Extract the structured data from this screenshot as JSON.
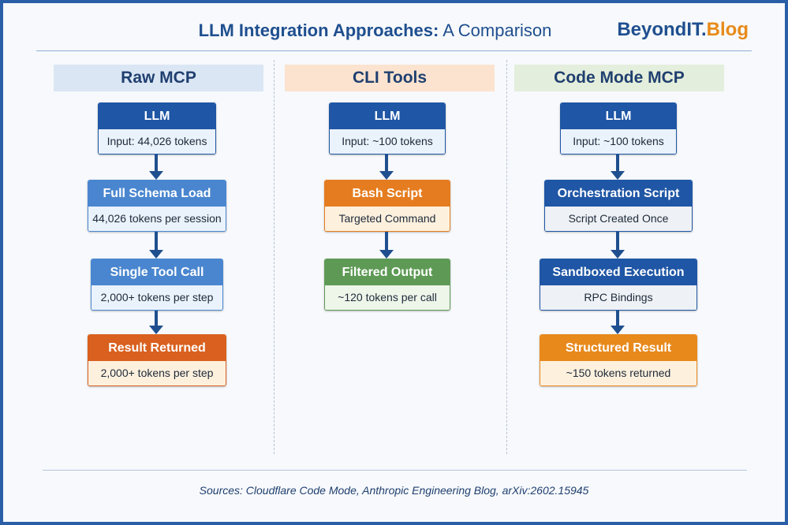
{
  "header": {
    "title_bold": "LLM Integration Approaches:",
    "title_rest": " A Comparison",
    "brand_main": "BeyondIT.",
    "brand_accent": "Blog"
  },
  "colors": {
    "border": "#2a5fa8",
    "navy": "#1f4f8f",
    "blue_mid": "#4a86cf",
    "orange": "#e57c1f",
    "orange_deep": "#d9601e",
    "green": "#5e9a55",
    "body_blue": "#eaf2fb",
    "body_orange": "#fdf0dd",
    "body_green": "#eef5e9",
    "body_grey": "#eef1f5"
  },
  "columns": [
    {
      "title": "Raw MCP",
      "header_bg": "#dbe6f4",
      "boxes": [
        {
          "header": "LLM",
          "body": "Input: 44,026 tokens",
          "hd": "#1f56a5",
          "bd": "#eaf2fb",
          "border": "#1f56a5"
        },
        {
          "header": "Full Schema Load",
          "body": "44,026 tokens per session",
          "hd": "#4a86cf",
          "bd": "#eaf2fb",
          "border": "#4a86cf"
        },
        {
          "header": "Single Tool Call",
          "body": "2,000+ tokens per step",
          "hd": "#4a86cf",
          "bd": "#eaf2fb",
          "border": "#4a86cf"
        },
        {
          "header": "Result Returned",
          "body": "2,000+ tokens per step",
          "hd": "#d9601e",
          "bd": "#fdf0dd",
          "border": "#d9601e"
        }
      ]
    },
    {
      "title": "CLI Tools",
      "header_bg": "#fbe3cf",
      "boxes": [
        {
          "header": "LLM",
          "body": "Input: ~100 tokens",
          "hd": "#1f56a5",
          "bd": "#eaf2fb",
          "border": "#1f56a5"
        },
        {
          "header": "Bash Script",
          "body": "Targeted Command",
          "hd": "#e57c1f",
          "bd": "#fdf0dd",
          "border": "#e57c1f"
        },
        {
          "header": "Filtered Output",
          "body": "~120 tokens per call",
          "hd": "#5e9a55",
          "bd": "#eef5e9",
          "border": "#5e9a55"
        }
      ]
    },
    {
      "title": "Code Mode MCP",
      "header_bg": "#e4eedc",
      "boxes": [
        {
          "header": "LLM",
          "body": "Input: ~100 tokens",
          "hd": "#1f56a5",
          "bd": "#eaf2fb",
          "border": "#1f56a5"
        },
        {
          "header": "Orchestration Script",
          "body": "Script Created Once",
          "hd": "#1f56a5",
          "bd": "#eef1f5",
          "border": "#1f56a5"
        },
        {
          "header": "Sandboxed Execution",
          "body": "RPC Bindings",
          "hd": "#1f56a5",
          "bd": "#eef1f5",
          "border": "#1f56a5"
        },
        {
          "header": "Structured Result",
          "body": "~150 tokens returned",
          "hd": "#e8891c",
          "bd": "#fdf0dd",
          "border": "#e8891c"
        }
      ]
    }
  ],
  "footer": {
    "sources": "Sources: Cloudflare Code Mode, Anthropic Engineering Blog, arXiv:2602.15945"
  }
}
